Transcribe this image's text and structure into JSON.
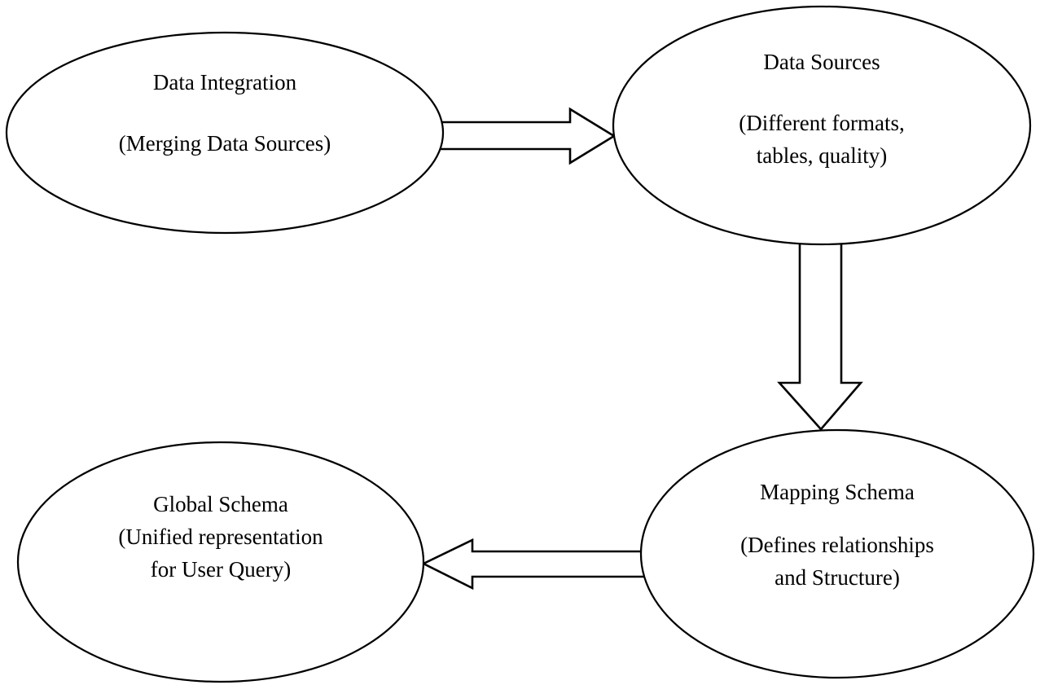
{
  "diagram": {
    "type": "flowchart",
    "colors": {
      "background": "#ffffff",
      "stroke": "#000000",
      "text": "#000000"
    },
    "nodes": [
      {
        "id": "data-integration",
        "shape": "ellipse",
        "title": "Data Integration",
        "subtitle_lines": [
          "(Merging Data Sources)"
        ]
      },
      {
        "id": "data-sources",
        "shape": "ellipse",
        "title": "Data Sources",
        "subtitle_lines": [
          "(Different formats,",
          "tables, quality)"
        ]
      },
      {
        "id": "mapping-schema",
        "shape": "ellipse",
        "title": "Mapping Schema",
        "subtitle_lines": [
          "(Defines relationships",
          "and Structure)"
        ]
      },
      {
        "id": "global-schema",
        "shape": "ellipse",
        "title": "Global Schema",
        "subtitle_lines": [
          "(Unified representation",
          "for User Query)"
        ]
      }
    ],
    "arrows": [
      {
        "from": "data-integration",
        "to": "data-sources",
        "direction": "right",
        "style": "hollow-block"
      },
      {
        "from": "data-sources",
        "to": "mapping-schema",
        "direction": "down",
        "style": "hollow-block"
      },
      {
        "from": "mapping-schema",
        "to": "global-schema",
        "direction": "left",
        "style": "hollow-block"
      }
    ]
  }
}
